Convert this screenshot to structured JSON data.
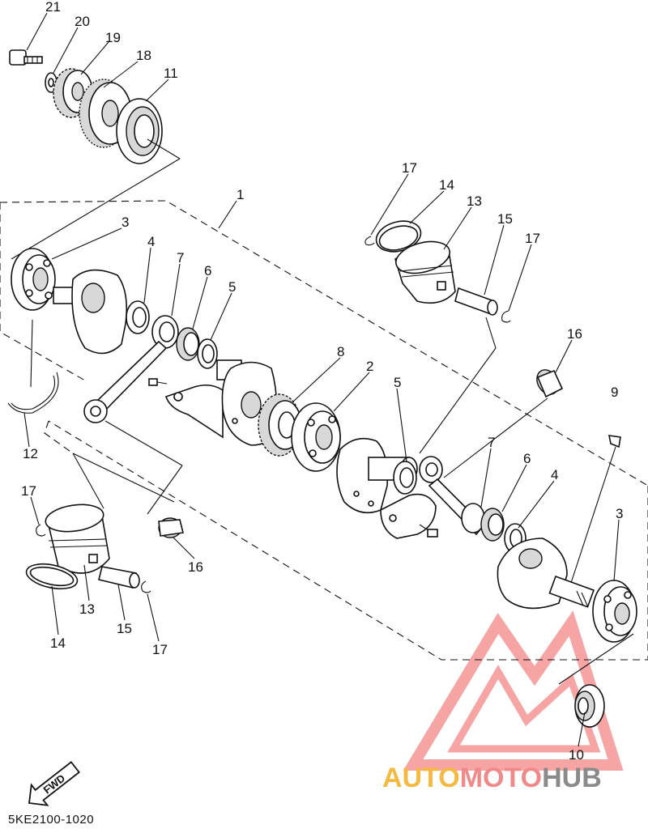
{
  "diagram": {
    "code": "5KE2100-1020",
    "fwd_label": "FWD",
    "callouts": [
      {
        "id": "c21a",
        "text": "21"
      },
      {
        "id": "c20a",
        "text": "20"
      },
      {
        "id": "c19a",
        "text": "19"
      },
      {
        "id": "c18a",
        "text": "18"
      },
      {
        "id": "c11a",
        "text": "11"
      },
      {
        "id": "c1a",
        "text": "1"
      },
      {
        "id": "c3a",
        "text": "3"
      },
      {
        "id": "c4a",
        "text": "4"
      },
      {
        "id": "c7a",
        "text": "7"
      },
      {
        "id": "c6a",
        "text": "6"
      },
      {
        "id": "c5a",
        "text": "5"
      },
      {
        "id": "c8a",
        "text": "8"
      },
      {
        "id": "c2a",
        "text": "2"
      },
      {
        "id": "c5b",
        "text": "5"
      },
      {
        "id": "c17a",
        "text": "17"
      },
      {
        "id": "c14a",
        "text": "14"
      },
      {
        "id": "c13a",
        "text": "13"
      },
      {
        "id": "c15a",
        "text": "15"
      },
      {
        "id": "c17b",
        "text": "17"
      },
      {
        "id": "c16a",
        "text": "16"
      },
      {
        "id": "c9a",
        "text": "9"
      },
      {
        "id": "c7b",
        "text": "7"
      },
      {
        "id": "c6b",
        "text": "6"
      },
      {
        "id": "c4b",
        "text": "4"
      },
      {
        "id": "c3b",
        "text": "3"
      },
      {
        "id": "c12a",
        "text": "12"
      },
      {
        "id": "c17c",
        "text": "17"
      },
      {
        "id": "c16b",
        "text": "16"
      },
      {
        "id": "c13b",
        "text": "13"
      },
      {
        "id": "c14b",
        "text": "14"
      },
      {
        "id": "c15b",
        "text": "15"
      },
      {
        "id": "c17d",
        "text": "17"
      },
      {
        "id": "c10a",
        "text": "10"
      }
    ]
  },
  "watermark": {
    "text_part1": "AUTO",
    "text_part2": "MOTO",
    "text_part3": "HUB",
    "color1": "#f5b942",
    "color2": "#f08a8a",
    "color3": "#8a8a8a",
    "logo_color": "#f05a5a"
  }
}
